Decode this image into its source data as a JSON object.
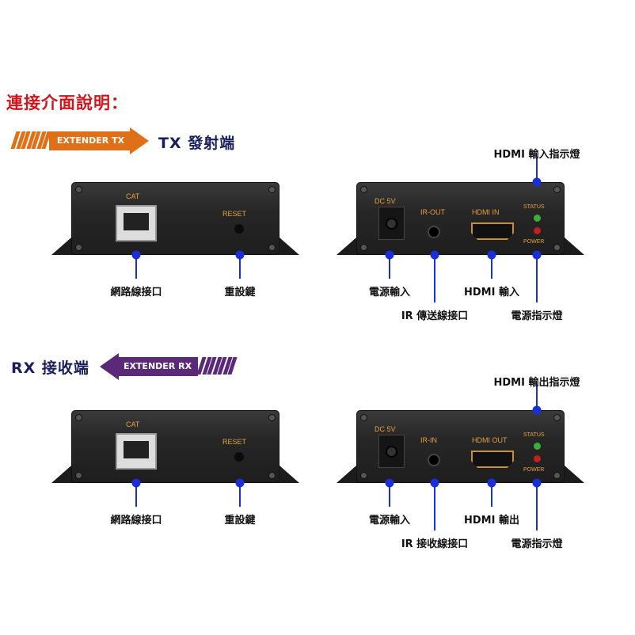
{
  "title": "連接介面說明：",
  "sections": [
    {
      "id": "tx",
      "banner": "EXTENDER TX",
      "heading": "TX 發射端",
      "color": "#e07018",
      "left_device": {
        "cat": "CAT",
        "reset": "RESET",
        "labels": [
          "網路線接口",
          "重設鍵"
        ]
      },
      "right_device": {
        "dc": "DC 5V",
        "ir": "IR-OUT",
        "hdmi": "HDMI IN",
        "status": "STATUS",
        "power": "POWER",
        "top_label": "HDMI 輸入指示燈",
        "labels": [
          "電源輸入",
          "IR 傳送線接口",
          "HDMI 輸入",
          "電源指示燈"
        ]
      }
    },
    {
      "id": "rx",
      "banner": "EXTENDER RX",
      "heading": "RX 接收端",
      "color": "#5a2a78",
      "left_device": {
        "cat": "CAT",
        "reset": "RESET",
        "labels": [
          "網路線接口",
          "重設鍵"
        ]
      },
      "right_device": {
        "dc": "DC 5V",
        "ir": "IR-IN",
        "hdmi": "HDMI OUT",
        "status": "STATUS",
        "power": "POWER",
        "top_label": "HDMI 輸出指示燈",
        "labels": [
          "電源輸入",
          "IR 接收線接口",
          "HDMI 輸出",
          "電源指示燈"
        ]
      }
    }
  ],
  "colors": {
    "title": "#d0161c",
    "callout": "#1a2fd8",
    "heading": "#1a1f5c"
  }
}
